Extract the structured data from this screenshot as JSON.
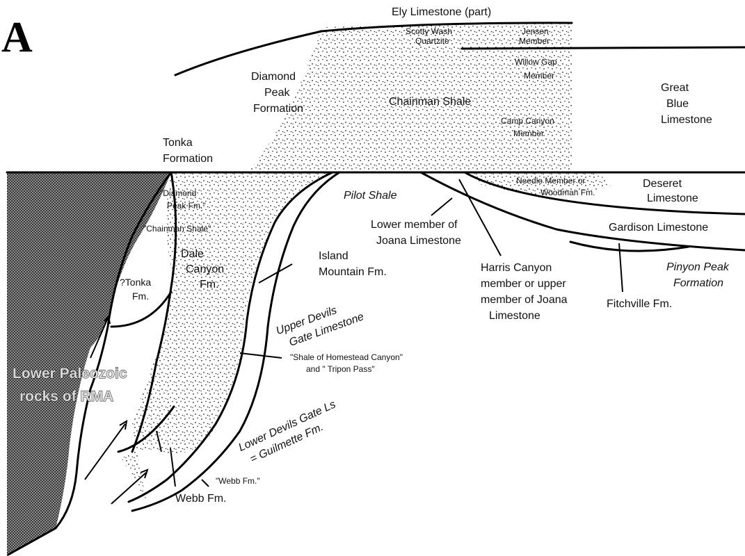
{
  "figure": {
    "panel_label": "A",
    "labels": {
      "ely": "Ely Limestone (part)",
      "scotty1": "Scotty Wash",
      "scotty2": "Quartzite",
      "jensen1": "Jensen",
      "jensen2": "Member",
      "willow1": "Willow Gap",
      "willow2": "Member",
      "diamond1": "Diamond",
      "diamond2": "Peak",
      "diamond3": "Formation",
      "chainman": "Chainman Shale",
      "camp1": "Camp Canyon",
      "camp2": "Member",
      "greatblue1": "Great",
      "greatblue2": "Blue",
      "greatblue3": "Limestone",
      "tonka1": "Tonka",
      "tonka2": "Formation",
      "needle1": "Needle Member or",
      "needle2": "Woodman Fm.",
      "deseret1": "Deseret",
      "deseret2": "Limestone",
      "pilot": "Pilot Shale",
      "qdiamond1": "\"Diamond",
      "qdiamond2": "Peak Fm.\"",
      "qchainman": "\"Chainman Shale\"",
      "dale1": "Dale",
      "dale2": "Canyon",
      "dale3": "Fm.",
      "qtonka1": "?Tonka",
      "qtonka2": "Fm.",
      "lowerjoana1": "Lower member of",
      "lowerjoana2": "Joana Limestone",
      "gardison": "Gardison Limestone",
      "island1": "Island",
      "island2": "Mountain Fm.",
      "harris1": "Harris Canyon",
      "harris2": "member or upper",
      "harris3": "member of Joana",
      "harris4": "Limestone",
      "pinyon1": "Pinyon Peak",
      "pinyon2": "Formation",
      "fitchville": "Fitchville Fm.",
      "udg1": "Upper Devils",
      "udg2": "Gate  Limestone",
      "homestead1": "\"Shale of Homestead Canyon\"",
      "homestead2": "and \" Tripon Pass\"",
      "rma1": "Lower Paleozoic",
      "rma2": "rocks of RMA",
      "ldg1": "Lower Devils Gate Ls",
      "ldg2": "= Guilmette Fm.",
      "qwebb": "\"Webb Fm.\"",
      "webb": "Webb Fm."
    }
  }
}
